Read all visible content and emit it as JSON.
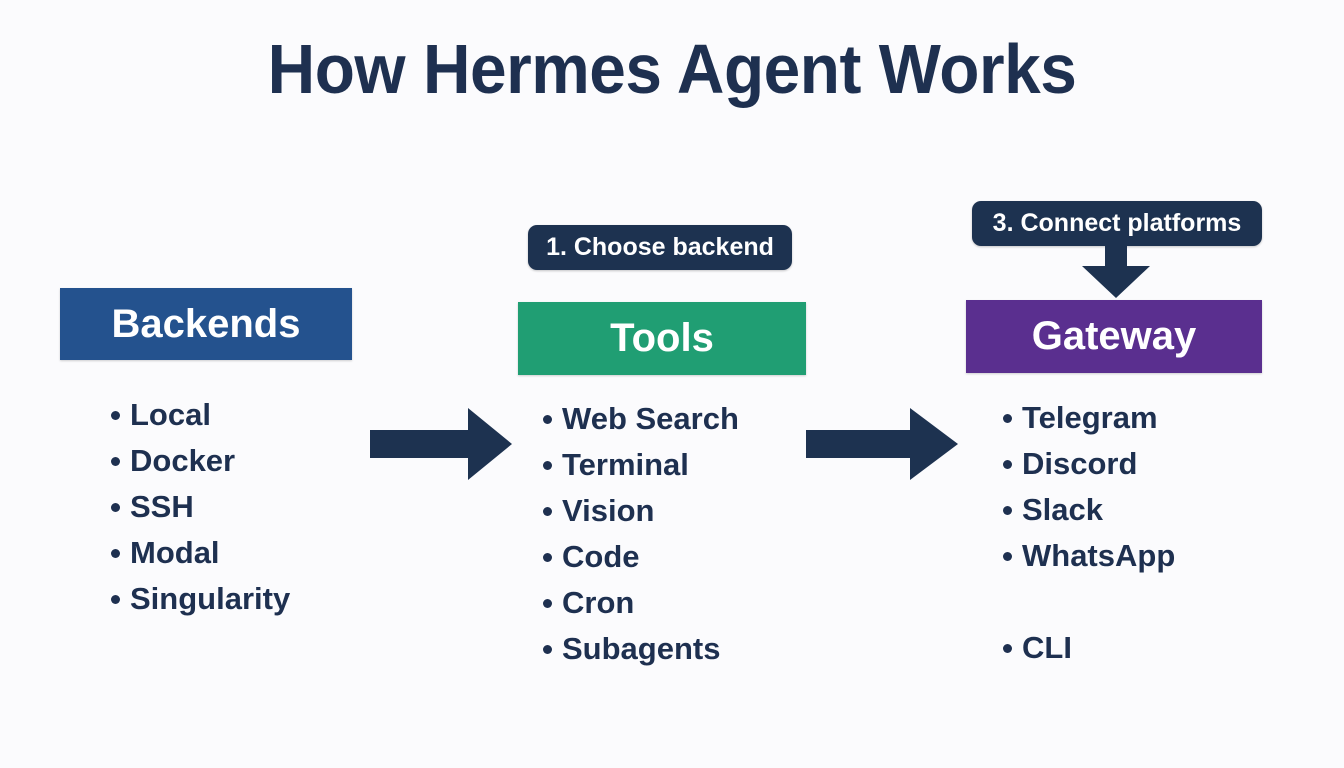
{
  "title": "How Hermes Agent Works",
  "background_color": "#fbfbfd",
  "text_color": "#1e3050",
  "steps": [
    {
      "id": "step-1",
      "label": "1. Choose backend"
    },
    {
      "id": "step-3",
      "label": "3. Connect platforms"
    }
  ],
  "columns": [
    {
      "id": "backends",
      "header": "Backends",
      "header_color": "#24528e",
      "items": [
        "Local",
        "Docker",
        "SSH",
        "Modal",
        "Singularity"
      ]
    },
    {
      "id": "tools",
      "header": "Tools",
      "header_color": "#209e73",
      "items": [
        "Web Search",
        "Terminal",
        "Vision",
        "Code",
        "Cron",
        "Subagents"
      ]
    },
    {
      "id": "gateway",
      "header": "Gateway",
      "header_color": "#5a2f8f",
      "items": [
        "Telegram",
        "Discord",
        "Slack",
        "WhatsApp",
        "",
        "CLI"
      ]
    }
  ],
  "arrows": [
    {
      "id": "arrow-backends-to-tools",
      "direction": "right",
      "color": "#1d3250"
    },
    {
      "id": "arrow-tools-to-gateway",
      "direction": "right",
      "color": "#1d3250"
    },
    {
      "id": "arrow-step3-to-gateway",
      "direction": "down",
      "color": "#1d3250"
    }
  ]
}
